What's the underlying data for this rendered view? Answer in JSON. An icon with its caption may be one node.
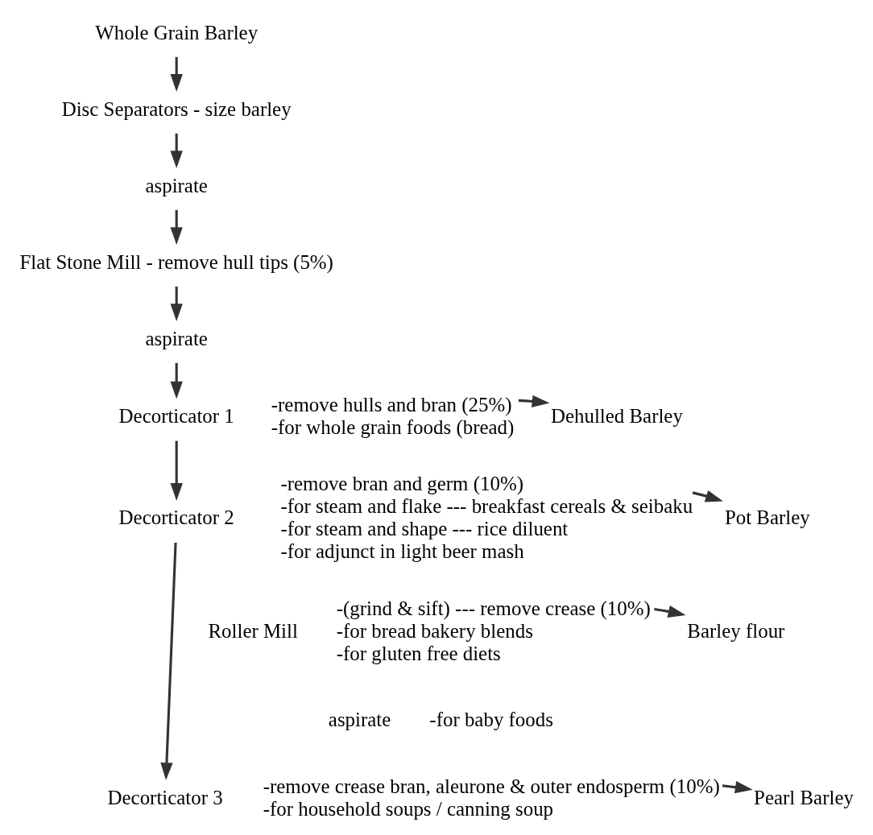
{
  "diagram": {
    "nodes": [
      {
        "text": [
          "Whole Grain Barley"
        ]
      },
      {
        "text": [
          "Disc Separators - size barley"
        ]
      },
      {
        "text": [
          "aspirate"
        ]
      },
      {
        "text": [
          "Flat Stone Mill - remove hull tips (5%)"
        ]
      },
      {
        "text": [
          "aspirate"
        ]
      },
      {
        "text": [
          "Decorticator 1"
        ]
      },
      {
        "text": [
          "-remove hulls and bran (25%)",
          "-for whole grain foods (bread)"
        ]
      },
      {
        "text": [
          "Dehulled Barley"
        ]
      },
      {
        "text": [
          "Decorticator 2"
        ]
      },
      {
        "text": [
          "-remove bran and germ (10%)",
          "-for steam and flake --- breakfast cereals & seibaku",
          "-for steam and shape --- rice diluent",
          "-for adjunct in light beer mash"
        ]
      },
      {
        "text": [
          "Pot Barley"
        ]
      },
      {
        "text": [
          "Roller Mill"
        ]
      },
      {
        "text": [
          "-(grind & sift) --- remove crease (10%)",
          "-for bread bakery blends",
          "-for gluten free diets"
        ]
      },
      {
        "text": [
          "Barley flour"
        ]
      },
      {
        "text": [
          "aspirate"
        ]
      },
      {
        "text": [
          "-for baby foods"
        ]
      },
      {
        "text": [
          "Decorticator 3"
        ]
      },
      {
        "text": [
          "-remove crease bran, aleurone & outer endosperm (10%)",
          "-for household soups / canning soup"
        ]
      },
      {
        "text": [
          "Pearl Barley"
        ]
      }
    ],
    "edges": [
      {
        "from": 0,
        "to": 1,
        "arrow": "to"
      },
      {
        "from": 1,
        "to": 2,
        "arrow": "to"
      },
      {
        "from": 2,
        "to": 3,
        "arrow": "to"
      },
      {
        "from": 3,
        "to": 4,
        "arrow": "to"
      },
      {
        "from": 4,
        "to": 5,
        "arrow": "to"
      },
      {
        "from": 6,
        "to": 7,
        "arrow": "to"
      },
      {
        "from": 5,
        "to": 8,
        "arrow": "to"
      },
      {
        "from": 9,
        "to": 10,
        "arrow": "to"
      },
      {
        "from": 12,
        "to": 13,
        "arrow": "to"
      },
      {
        "from": 8,
        "to": 16,
        "arrow": "to"
      },
      {
        "from": 17,
        "to": 18,
        "arrow": "to"
      }
    ]
  }
}
